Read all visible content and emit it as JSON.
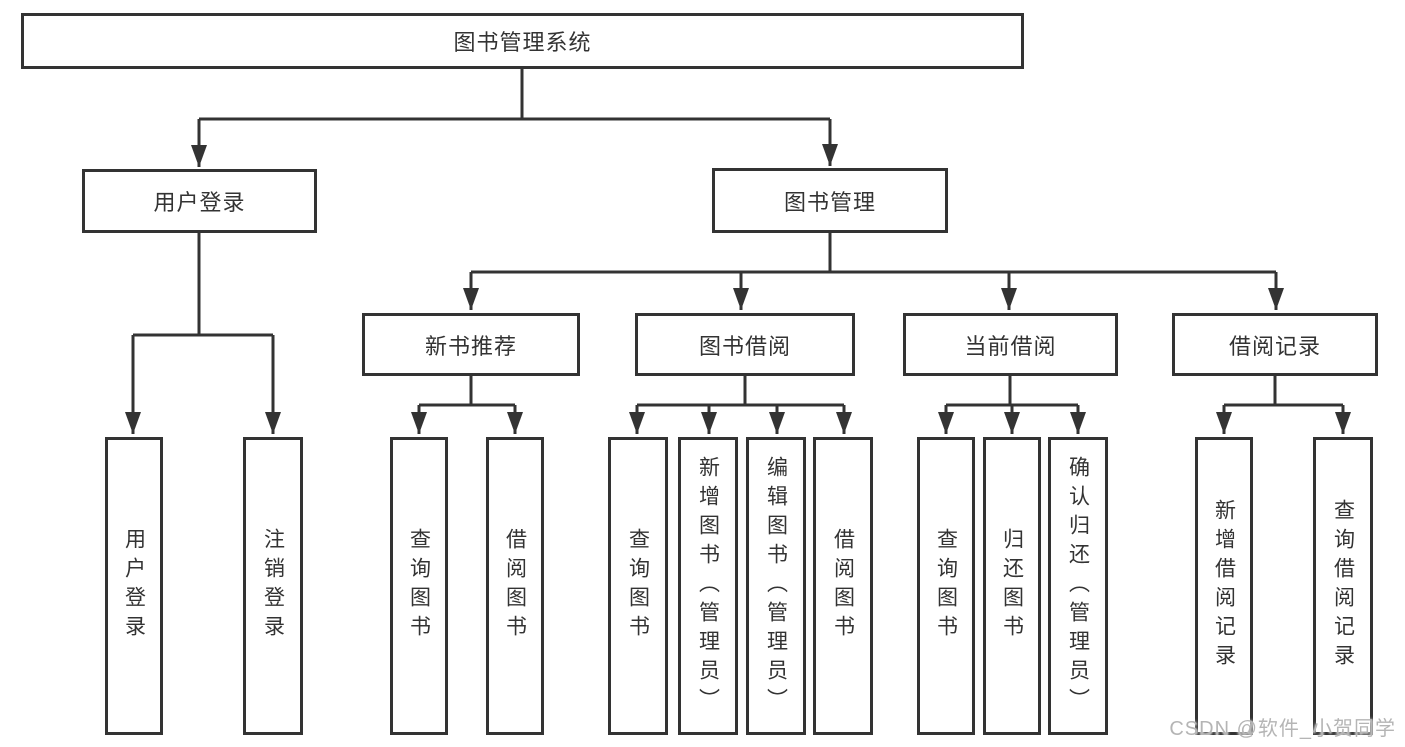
{
  "diagram": {
    "type": "tree",
    "root": {
      "label": "图书管理系统",
      "children": [
        {
          "label": "用户登录",
          "children": [
            {
              "label": "用户登录"
            },
            {
              "label": "注销登录"
            }
          ]
        },
        {
          "label": "图书管理",
          "children": [
            {
              "label": "新书推荐",
              "children": [
                {
                  "label": "查询图书"
                },
                {
                  "label": "借阅图书"
                }
              ]
            },
            {
              "label": "图书借阅",
              "children": [
                {
                  "label": "查询图书"
                },
                {
                  "label": "新增图书（管理员）"
                },
                {
                  "label": "编辑图书（管理员）"
                },
                {
                  "label": "借阅图书"
                }
              ]
            },
            {
              "label": "当前借阅",
              "children": [
                {
                  "label": "查询图书"
                },
                {
                  "label": "归还图书"
                },
                {
                  "label": "确认归还（管理员）"
                }
              ]
            },
            {
              "label": "借阅记录",
              "children": [
                {
                  "label": "新增借阅记录"
                },
                {
                  "label": "查询借阅记录"
                }
              ]
            }
          ]
        }
      ]
    }
  },
  "watermark": {
    "text": "CSDN @软件_小贺同学"
  },
  "colors": {
    "line": "#333333",
    "text": "#333333",
    "background": "#ffffff",
    "watermark": "#b5b5b5"
  }
}
